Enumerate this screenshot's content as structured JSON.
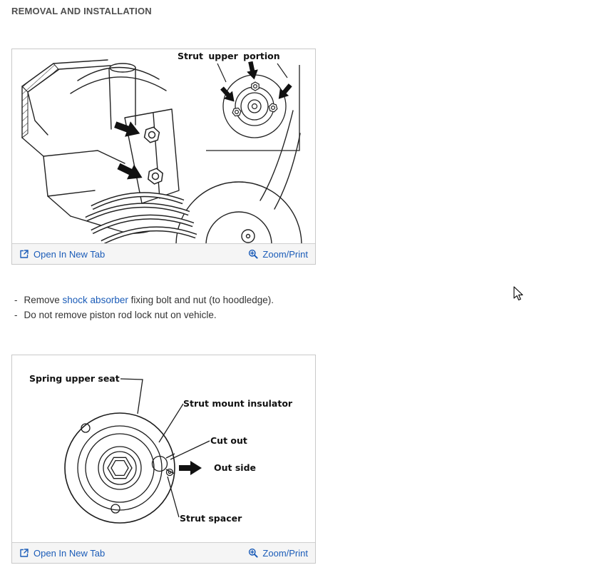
{
  "page": {
    "title": "REMOVAL AND INSTALLATION"
  },
  "figure1": {
    "callout": "Strut upper portion",
    "open_link": "Open In New Tab",
    "zoom_link": "Zoom/Print"
  },
  "notes": {
    "bullet": "-",
    "item1": {
      "prefix": "Remove ",
      "link_text": "shock absorber",
      "suffix": " fixing bolt and nut (to hoodledge)."
    },
    "item2": "Do not remove piston rod lock nut on vehicle."
  },
  "figure2": {
    "callouts": {
      "spring_seat": "Spring upper seat",
      "insulator": "Strut mount insulator",
      "cut_out": "Cut out",
      "out_side": "Out side",
      "spacer": "Strut spacer"
    },
    "open_link": "Open In New Tab",
    "zoom_link": "Zoom/Print"
  },
  "colors": {
    "link_blue": "#1b5cb8",
    "heading_gray": "#4f4f4f",
    "body_text": "#333333",
    "drawing_ink": "#1c1c1c",
    "footer_bg": "#f5f5f5"
  }
}
